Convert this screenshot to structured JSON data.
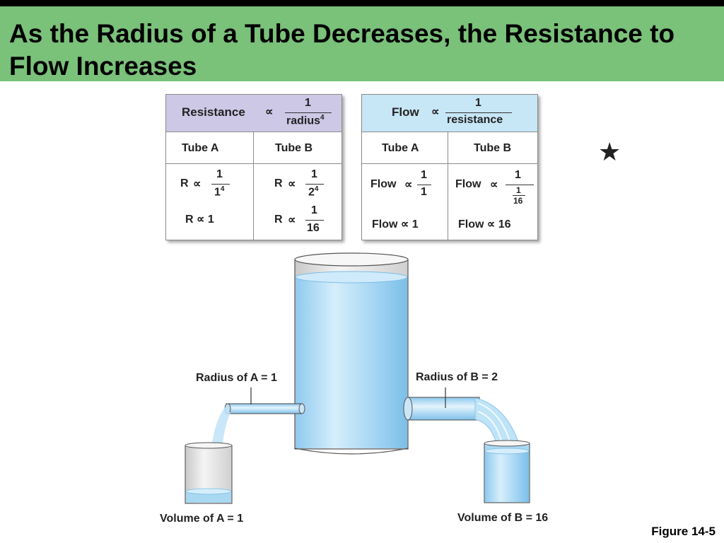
{
  "title": "As the Radius of a Tube Decreases, the Resistance to Flow Increases",
  "figure_label": "Figure 14-5",
  "star": "★",
  "resistance_table": {
    "header_label": "Resistance",
    "prop": "∝",
    "header_num": "1",
    "header_den": "radius",
    "header_den_exp": "4",
    "col_a": "Tube A",
    "col_b": "Tube B",
    "a_r": "R",
    "a_prop": "∝",
    "a_num": "1",
    "a_den": "1",
    "a_den_exp": "4",
    "a_result": "R ∝ 1",
    "b_r": "R",
    "b_prop": "∝",
    "b_num": "1",
    "b_den": "2",
    "b_den_exp": "4",
    "b_r2": "R",
    "b_prop2": "∝",
    "b_num2": "1",
    "b_den2": "16"
  },
  "flow_table": {
    "header_label": "Flow",
    "prop": "∝",
    "header_num": "1",
    "header_den": "resistance",
    "col_a": "Tube A",
    "col_b": "Tube B",
    "a_flow": "Flow",
    "a_prop": "∝",
    "a_num": "1",
    "a_den": "1",
    "a_result": "Flow ∝ 1",
    "b_flow": "Flow",
    "b_prop": "∝",
    "b_num": "1",
    "b_inner_num": "1",
    "b_inner_den": "16",
    "b_result": "Flow ∝ 16"
  },
  "diagram": {
    "radius_a": "Radius of A = 1",
    "radius_b": "Radius of B = 2",
    "volume_a": "Volume of A = 1",
    "volume_b": "Volume of B = 16",
    "water_color": "#a9d8f3",
    "water_dark": "#6cb8e6"
  }
}
